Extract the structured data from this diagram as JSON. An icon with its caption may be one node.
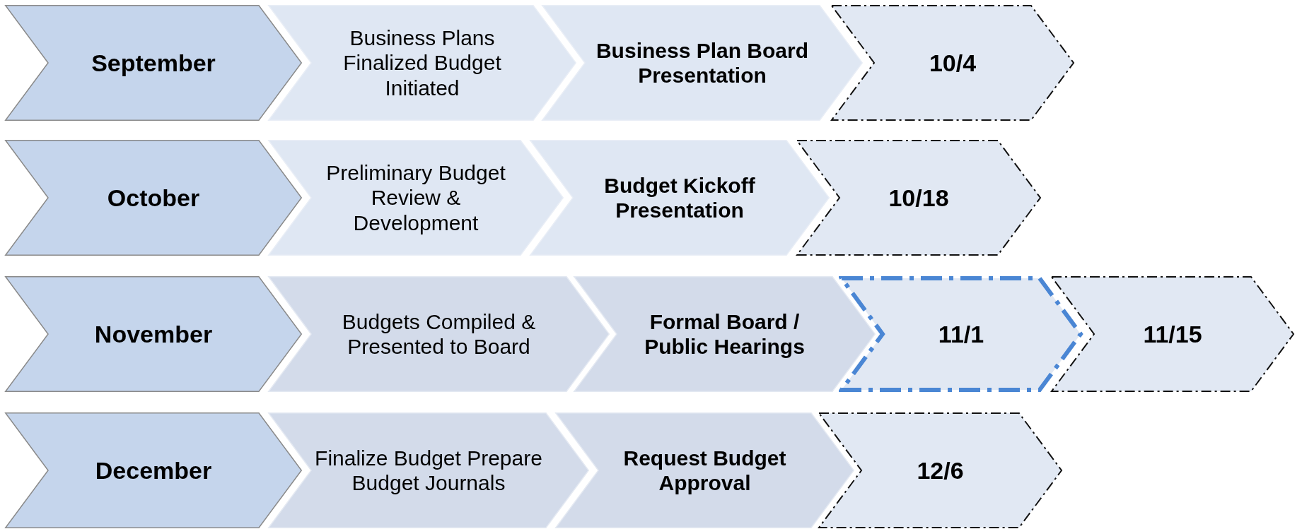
{
  "diagram": {
    "nodes": [
      {
        "text": [
          "September"
        ]
      },
      {
        "text": [
          "Business Plans Finalized Budget Initiated"
        ]
      },
      {
        "text": [
          "Business Plan Board Presentation"
        ]
      },
      {
        "text": [
          "10/4"
        ]
      },
      {
        "text": [
          "October"
        ]
      },
      {
        "text": [
          "Preliminary Budget Review & Development"
        ]
      },
      {
        "text": [
          "Budget Kickoff Presentation"
        ]
      },
      {
        "text": [
          "10/18"
        ]
      },
      {
        "text": [
          "November"
        ]
      },
      {
        "text": [
          "Budgets Compiled & Presented to Board"
        ]
      },
      {
        "text": [
          "Formal Board / Public Hearings"
        ]
      },
      {
        "text": [
          "11/1"
        ]
      },
      {
        "text": [
          "11/15"
        ]
      },
      {
        "text": [
          "December"
        ]
      },
      {
        "text": [
          "Finalize Budget Prepare Budget Journals"
        ]
      },
      {
        "text": [
          "Request Budget Approval"
        ]
      },
      {
        "text": [
          "12/6"
        ]
      }
    ]
  }
}
